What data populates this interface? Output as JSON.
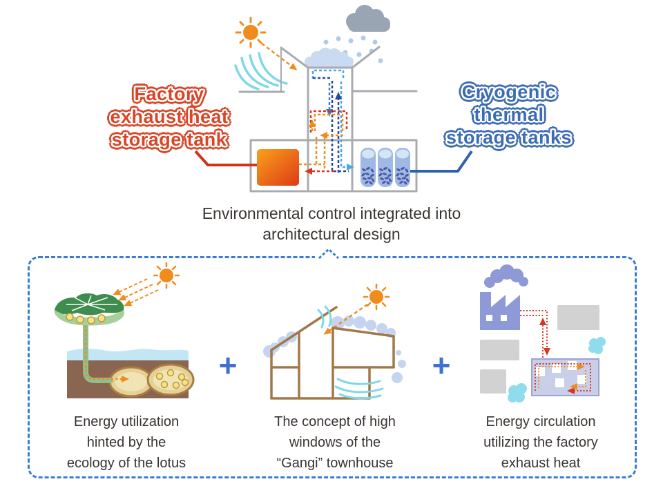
{
  "diagram": {
    "title_lines": [
      "Environmental control integrated into",
      "architectural design"
    ],
    "labels": {
      "factory_tank": {
        "lines": [
          "Factory",
          "exhaust heat",
          "storage tank"
        ],
        "color": "#d94527"
      },
      "cryogenic_tank": {
        "lines": [
          "Cryogenic",
          "thermal",
          "storage tanks"
        ],
        "color": "#3c6cb4"
      }
    },
    "icons": {
      "sun": "sun-icon",
      "rain_cloud": "rain-cloud-icon",
      "wind": "wind-lines-icon",
      "snow_pile": "snow-pile-icon",
      "heat_tank": "heat-storage-tank-icon",
      "cryo_tanks": "cryogenic-tanks-icon"
    },
    "colors": {
      "structure_gray": "#a8abb0",
      "heat_orange": "#f08c1e",
      "heat_red": "#e0301e",
      "cold_navy": "#27479e",
      "cold_blue": "#3d7cc9",
      "cold_lightblue": "#4aa8e8",
      "wind_cyan": "#7fd8e8",
      "panel_border_blue": "#3a7bd5"
    }
  },
  "concepts": {
    "plus": "+",
    "items": [
      {
        "id": "lotus",
        "icon": "lotus-ecology-illustration",
        "lines": [
          "Energy utilization",
          "hinted by the",
          "ecology of the lotus"
        ]
      },
      {
        "id": "gangi",
        "icon": "gangi-townhouse-illustration",
        "lines": [
          "The concept of high",
          "windows of the",
          "“Gangi” townhouse"
        ]
      },
      {
        "id": "factory",
        "icon": "factory-exhaust-illustration",
        "lines": [
          "Energy circulation",
          "utilizing the factory",
          "exhaust heat"
        ]
      }
    ]
  }
}
